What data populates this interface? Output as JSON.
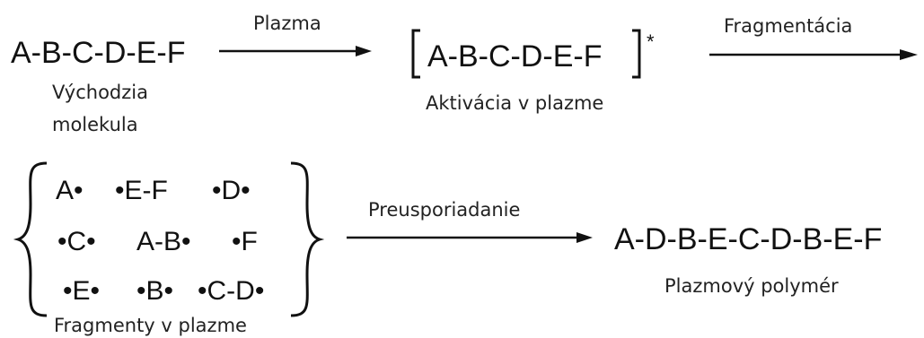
{
  "start_molecule": {
    "formula": "A-B-C-D-E-F",
    "label_line1": "Východzia",
    "label_line2": "molekula"
  },
  "arrow_plasma": {
    "label": "Plazma"
  },
  "activated": {
    "formula": "A-B-C-D-E-F",
    "star": "*",
    "label": "Aktivácia v plazme"
  },
  "arrow_fragmentation": {
    "label": "Fragmentácia"
  },
  "fragments": {
    "rows": [
      [
        "A•",
        "•E-F",
        "•D•"
      ],
      [
        "•C•",
        "A-B•",
        "•F"
      ],
      [
        "•E•",
        "•B•",
        "•C-D•"
      ]
    ],
    "label": "Fragmenty v plazme"
  },
  "arrow_rearrangement": {
    "label": "Preusporiadanie"
  },
  "polymer": {
    "formula": "A-D-B-E-C-D-B-E-F",
    "label": "Plazmový polymér"
  }
}
